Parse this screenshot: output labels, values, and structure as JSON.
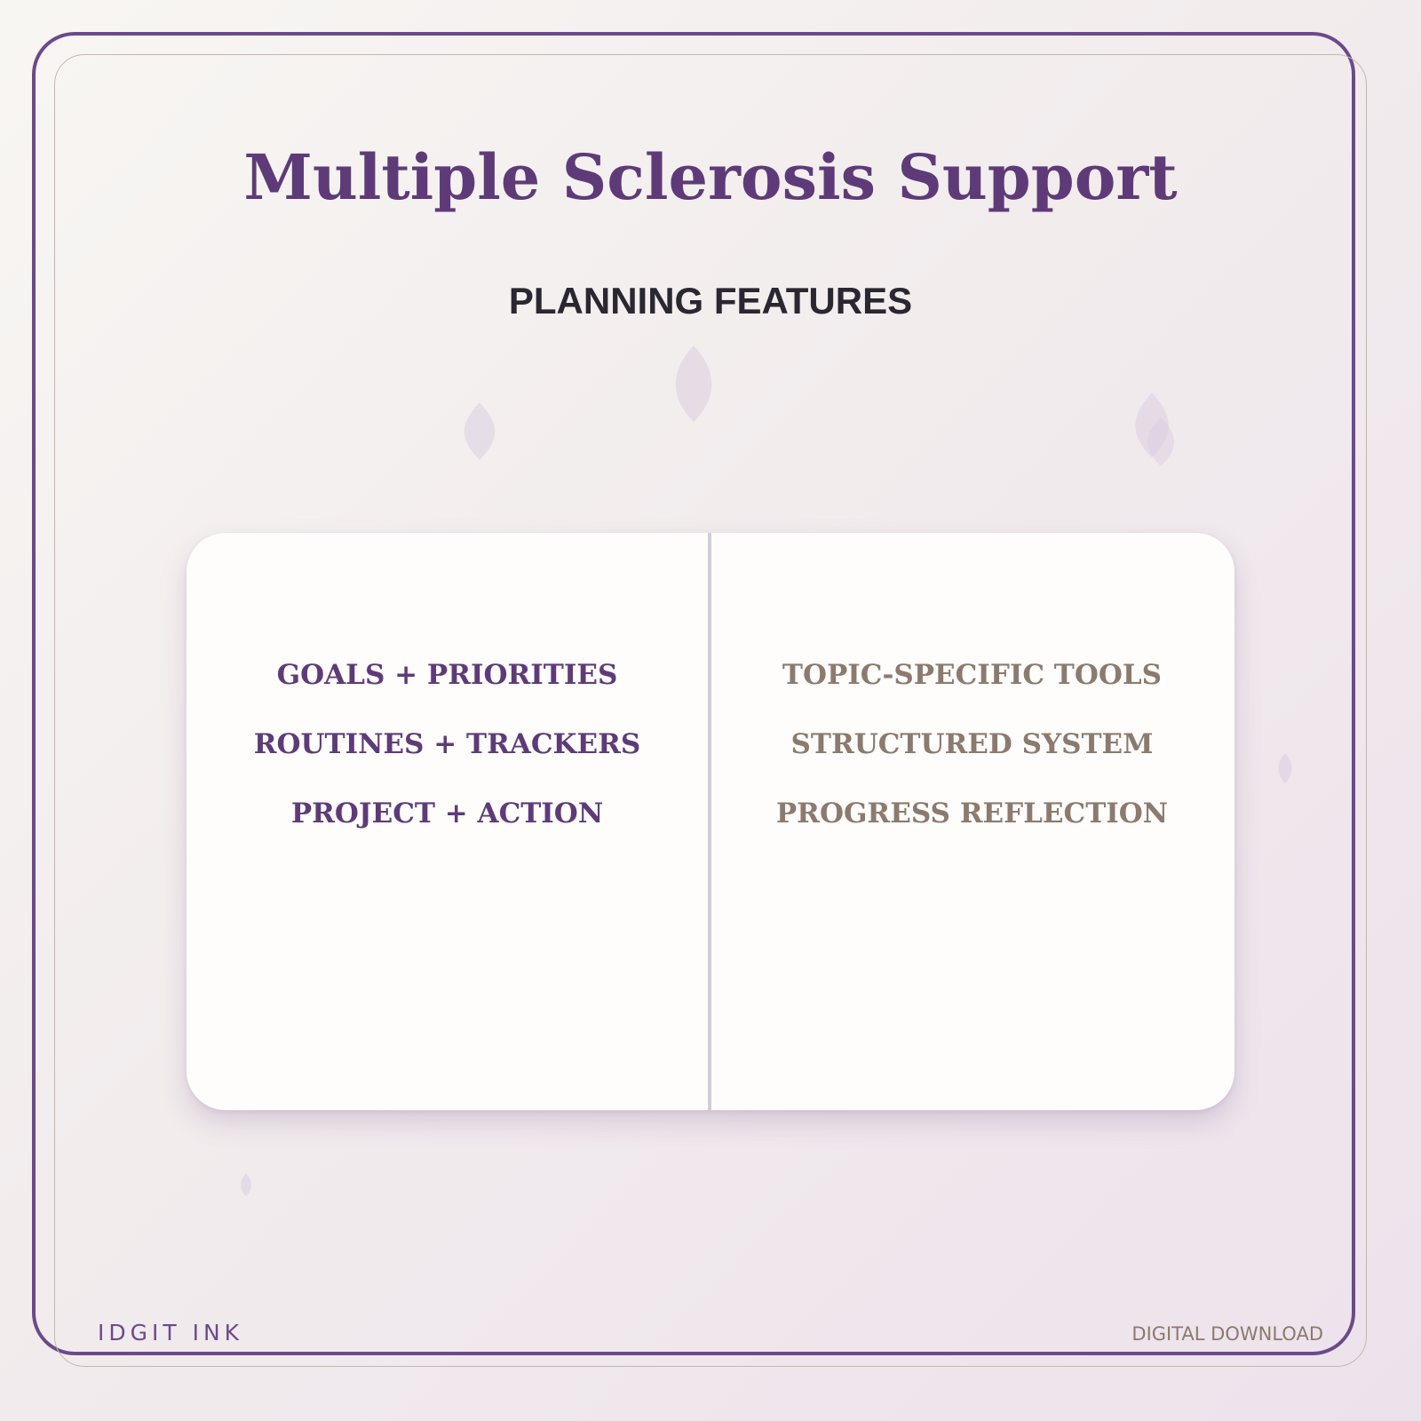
{
  "title": "Multiple Sclerosis Support",
  "subtitle": "PLANNING FEATURES",
  "features": {
    "left": [
      "GOALS + PRIORITIES",
      "ROUTINES + TRACKERS",
      "PROJECT + ACTION"
    ],
    "right": [
      "TOPIC-SPECIFIC TOOLS",
      "STRUCTURED SYSTEM",
      "PROGRESS REFLECTION"
    ]
  },
  "footer": {
    "brand": "IDGIT INK",
    "badge": "DIGITAL DOWNLOAD"
  },
  "colors": {
    "primary": "#5e3b78",
    "frame": "#6b4a8a",
    "secondary": "#8c7a6e",
    "background": "#f2eced",
    "card": "#fefdfc"
  }
}
